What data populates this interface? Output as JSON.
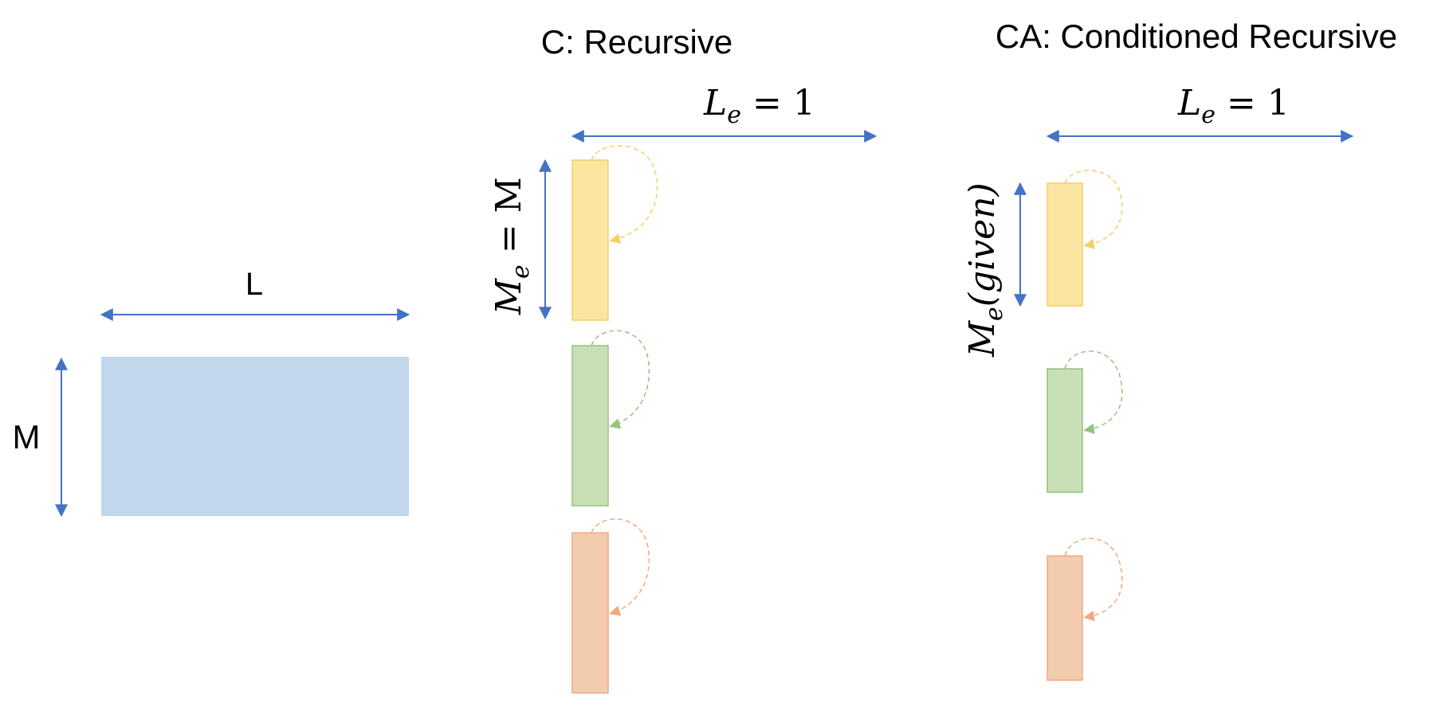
{
  "colors": {
    "arrow": "#4472C4",
    "matrix_fill": "#C0D7EC",
    "yellow_fill": "#FBE5A0",
    "yellow_stroke": "#F4CF6B",
    "green_fill": "#C8DFB6",
    "green_stroke": "#94C47D",
    "orange_fill": "#F3CCB0",
    "orange_stroke": "#EFAA7E"
  },
  "full_matrix": {
    "width_label": "L",
    "height_label": "M"
  },
  "recursive": {
    "title": "C: Recursive",
    "width_label_var": "L",
    "width_label_sub": "e",
    "width_label_rest": " = 1",
    "height_label_var": "M",
    "height_label_sub": "e",
    "height_label_rest": " = M"
  },
  "conditioned": {
    "title": "CA: Conditioned Recursive",
    "width_label_var": "L",
    "width_label_sub": "e",
    "width_label_rest": " = 1",
    "height_label_var": "M",
    "height_label_sub": "e",
    "height_label_rest": "(given)"
  }
}
